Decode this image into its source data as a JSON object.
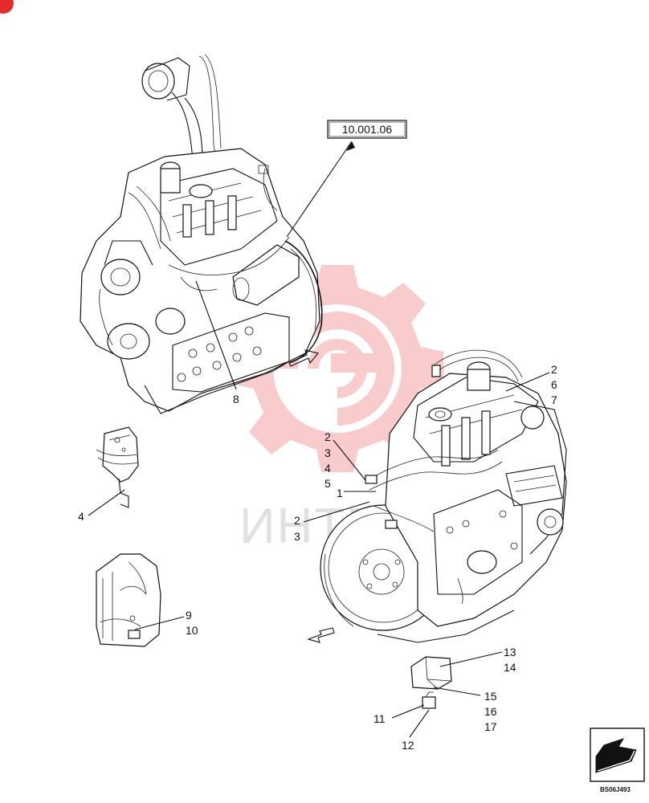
{
  "reference_box": "10.001.06",
  "drawing_code": "BS06J493",
  "watermark_text": "ИНТЕХ",
  "watermark_color": "#e52a2a",
  "callouts": {
    "c1": "1",
    "c2a": "2",
    "c6": "6",
    "c7": "7",
    "c2b": "2",
    "c3a": "3",
    "c4a": "4",
    "c5": "5",
    "c2c": "2",
    "c3b": "3",
    "c4b": "4",
    "c8": "8",
    "c9": "9",
    "c10": "10",
    "c11": "11",
    "c12": "12",
    "c13": "13",
    "c14": "14",
    "c15": "15",
    "c16": "16",
    "c17": "17"
  }
}
